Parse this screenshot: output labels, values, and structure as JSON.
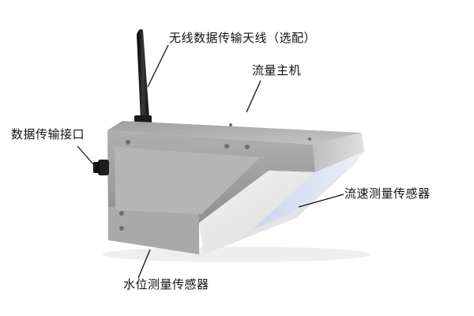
{
  "diagram": {
    "labels": {
      "antenna": "无线数据传输天线（选配）",
      "host": "流量主机",
      "data_port": "数据传输接口",
      "velocity_sensor": "流速测量传感器",
      "level_sensor": "水位测量传感器"
    },
    "colors": {
      "background": "#ffffff",
      "housing_top": "#b4b4b4",
      "housing_front": "#a3a3a3",
      "housing_side": "#c9c9c9",
      "sensor_panel": "#e6e6e6",
      "antenna": "#1a1a1a",
      "leader_line": "#111111",
      "text": "#111111"
    }
  }
}
